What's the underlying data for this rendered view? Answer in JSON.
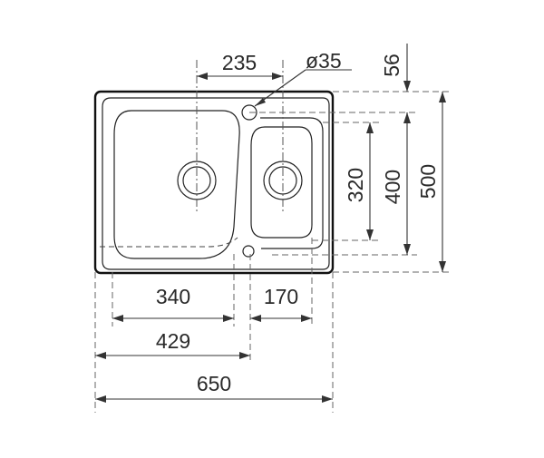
{
  "drawing": {
    "dimensions": {
      "width_total": "650",
      "width_left": "429",
      "width_big_bowl": "340",
      "width_small_bowl": "170",
      "distance_drains": "235",
      "tap_hole": "ø35",
      "top_offset": "56",
      "small_bowl_depth": "320",
      "big_bowl_depth": "400",
      "depth_total": "500"
    }
  }
}
